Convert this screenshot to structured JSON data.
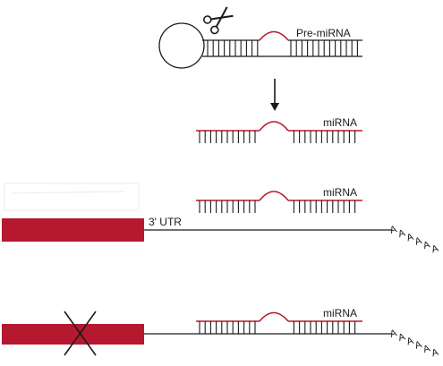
{
  "colors": {
    "red": "#b5182f",
    "ink": "#1a1a1a"
  },
  "labels": {
    "pre_mirna": "Pre-miRNA",
    "mirna_1": "miRNA",
    "mirna_2": "miRNA",
    "mirna_3": "miRNA",
    "utr": "3' UTR"
  },
  "poly_a": [
    "A",
    "A",
    "A",
    "A",
    "A",
    "A"
  ],
  "icons": {
    "cut": "scissors-icon",
    "arrow": "arrow-down-icon",
    "block": "x-cross-icon"
  }
}
